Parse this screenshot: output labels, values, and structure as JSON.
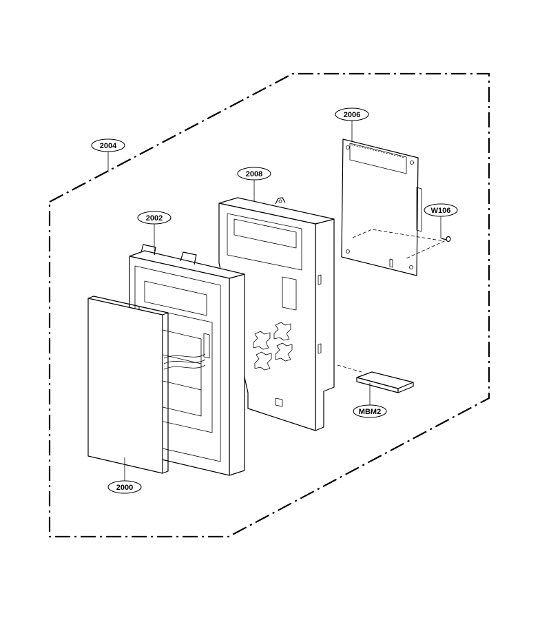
{
  "callouts": {
    "p2000": "2000",
    "p2002": "2002",
    "p2004": "2004",
    "p2006": "2006",
    "p2008": "2008",
    "w106": "W106",
    "mbm2": "MBM2"
  },
  "colors": {
    "line": "#000000",
    "background": "#ffffff"
  }
}
